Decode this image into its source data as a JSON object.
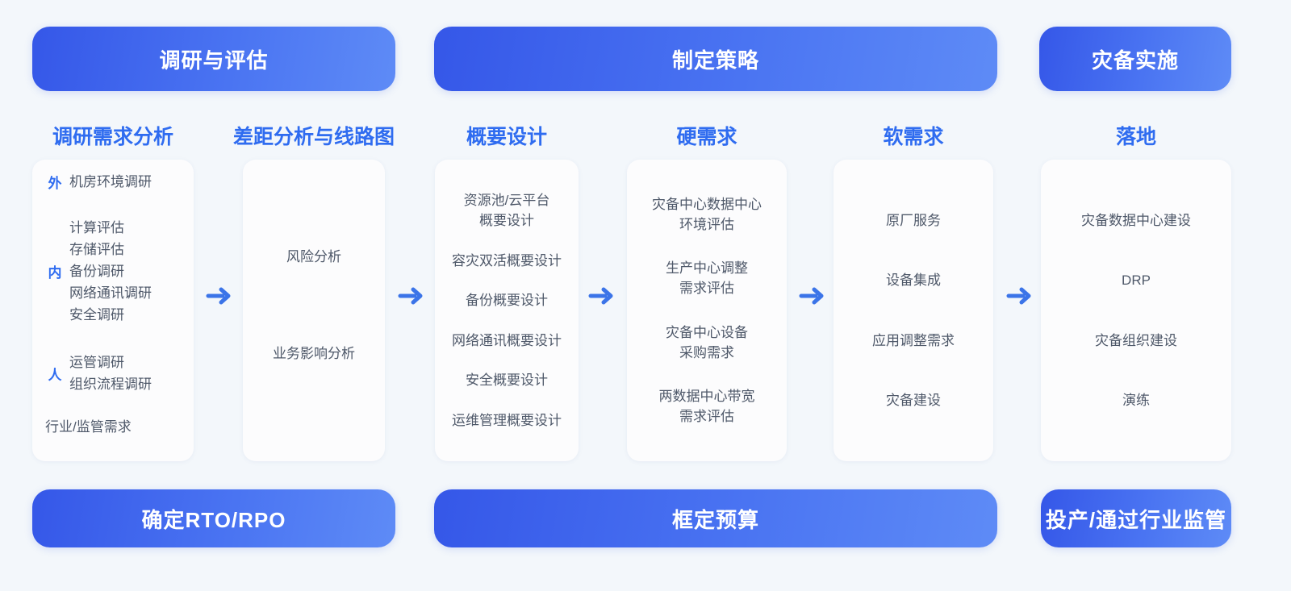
{
  "phases": [
    {
      "label": "调研与评估"
    },
    {
      "label": "制定策略"
    },
    {
      "label": "灾备实施"
    }
  ],
  "outcomes": [
    {
      "label": "确定RTO/RPO"
    },
    {
      "label": "框定预算"
    },
    {
      "label": "投产/通过行业监管"
    }
  ],
  "columns": [
    {
      "heading": "调研需求分析",
      "groups": [
        {
          "tag": "外",
          "items": [
            "机房环境调研"
          ]
        },
        {
          "tag": "内",
          "items": [
            "计算评估",
            "存储评估",
            "备份调研",
            "网络通讯调研",
            "安全调研"
          ]
        },
        {
          "tag": "人",
          "items": [
            "运管调研",
            "组织流程调研"
          ]
        }
      ],
      "plain": [
        "行业/监管需求"
      ]
    },
    {
      "heading": "差距分析与线路图",
      "entries": [
        "风险分析",
        "业务影响分析"
      ]
    },
    {
      "heading": "概要设计",
      "entries": [
        "资源池/云平台\n概要设计",
        "容灾双活概要设计",
        "备份概要设计",
        "网络通讯概要设计",
        "安全概要设计",
        "运维管理概要设计"
      ]
    },
    {
      "heading": "硬需求",
      "entries": [
        "灾备中心数据中心\n环境评估",
        "生产中心调整\n需求评估",
        "灾备中心设备\n采购需求",
        "两数据中心带宽\n需求评估"
      ]
    },
    {
      "heading": "软需求",
      "entries": [
        "原厂服务",
        "设备集成",
        "应用调整需求",
        "灾备建设"
      ]
    },
    {
      "heading": "落地",
      "entries": [
        "灾备数据中心建设",
        "DRP",
        "灾备组织建设",
        "演练"
      ]
    }
  ],
  "colors": {
    "background": "#f3f7fb",
    "pill_gradient_start": "#3557e8",
    "pill_gradient_end": "#5e8bf6",
    "heading_blue": "#2f6cf0",
    "item_text": "#4e5869",
    "arrow_blue": "#3b74e8",
    "card_background": "#fcfcfd"
  },
  "arrow_count": 5
}
